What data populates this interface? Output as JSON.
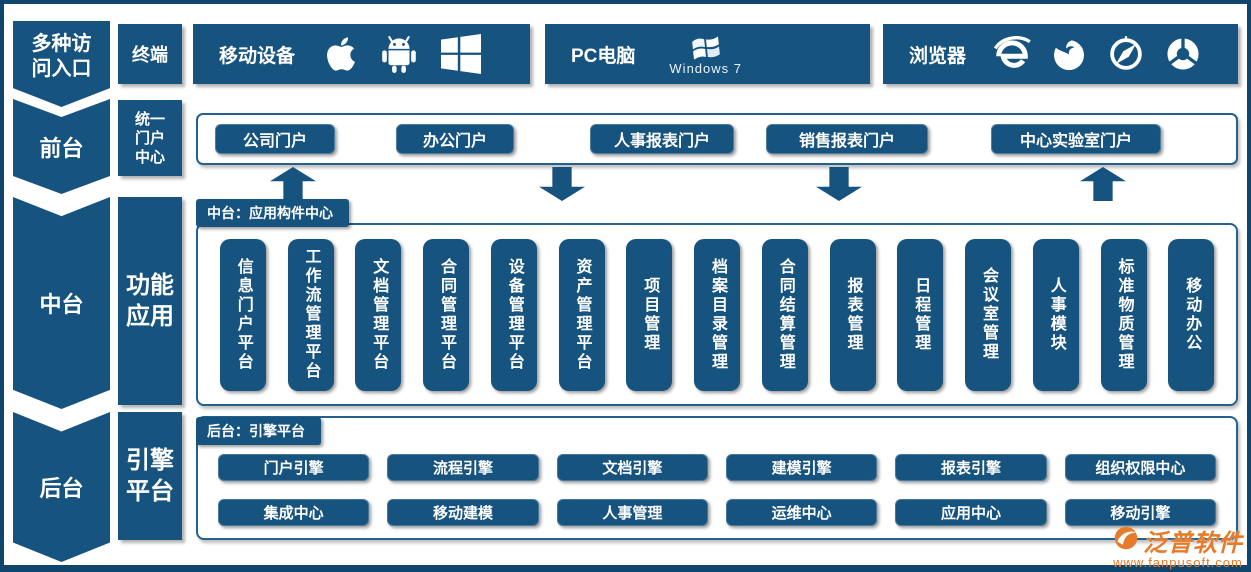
{
  "colors": {
    "primary_blue": "#17537f",
    "container_border": "#24618f",
    "watermark_orange": "#e87b2a"
  },
  "layers": {
    "access": {
      "label_lines": [
        "多种访",
        "问入口"
      ]
    },
    "front": {
      "label": "前台",
      "sub_lines": [
        "统一",
        "门户",
        "中心"
      ]
    },
    "middle": {
      "label": "中台",
      "sub_lines": [
        "功能",
        "应用"
      ]
    },
    "back": {
      "label": "后台",
      "sub_lines": [
        "引擎",
        "平台"
      ]
    }
  },
  "terminals": {
    "label": "终端",
    "groups": [
      {
        "label": "移动设备",
        "icons": [
          "apple-icon",
          "android-icon",
          "windows-icon"
        ]
      },
      {
        "label": "PC电脑",
        "icons": [
          "windows7-logo"
        ],
        "logo_caption": "Windows 7"
      },
      {
        "label": "浏览器",
        "icons": [
          "ie-icon",
          "firefox-icon",
          "safari-icon",
          "chrome-icon"
        ]
      }
    ]
  },
  "front_portals": {
    "buttons": [
      "公司门户",
      "办公门户",
      "人事报表门户",
      "销售报表门户",
      "中心实验室门户"
    ],
    "arrows": [
      "up",
      "down",
      "down",
      "up"
    ]
  },
  "middle_platform": {
    "tab": "中台：应用构件中心",
    "modules": [
      "信息门户平台",
      "工作流管理平台",
      "文档管理平台",
      "合同管理平台",
      "设备管理平台",
      "资产管理平台",
      "项目管理",
      "档案目录管理",
      "合同结算管理",
      "报表管理",
      "日程管理",
      "会议室管理",
      "人事模块",
      "标准物质管理",
      "移动办公"
    ]
  },
  "back_platform": {
    "tab": "后台：引擎平台",
    "rows": [
      [
        "门户引擎",
        "流程引擎",
        "文档引擎",
        "建模引擎",
        "报表引擎",
        "组织权限中心"
      ],
      [
        "集成中心",
        "移动建模",
        "人事管理",
        "运维中心",
        "应用中心",
        "移动引擎"
      ]
    ]
  },
  "watermark": {
    "brand": "泛普软件",
    "url": "www.fanpusoft.com"
  }
}
